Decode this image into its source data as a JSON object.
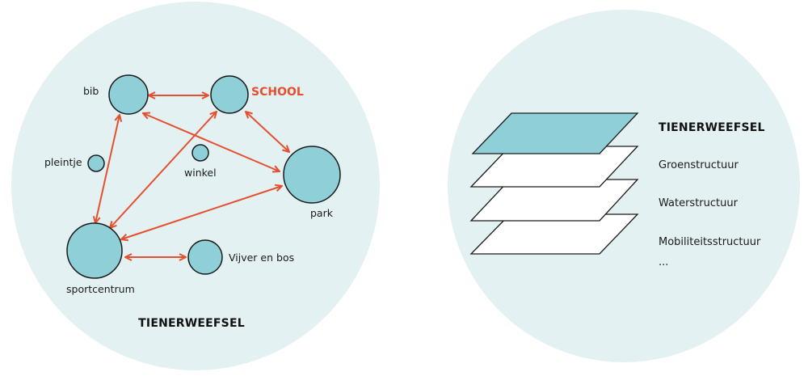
{
  "colors": {
    "background_circle": "#e3f1f2",
    "node_fill": "#8fd0d8",
    "node_stroke": "#1a1a1a",
    "arrow": "#e4502f",
    "accent_text": "#e4502f",
    "layer_fill": "#ffffff",
    "top_layer_fill": "#8fd0d8"
  },
  "left_panel": {
    "title": "TIENERWEEFSEL",
    "nodes": {
      "bib": "bib",
      "school": "SCHOOL",
      "pleintje": "pleintje",
      "winkel": "winkel",
      "park": "park",
      "sportcentrum": "sportcentrum",
      "vijver": "Vijver en bos"
    }
  },
  "right_panel": {
    "title": "TIENERWEEFSEL",
    "layers": [
      "Groenstructuur",
      "Waterstructuur",
      "Mobiliteitsstructuur"
    ],
    "ellipsis": "..."
  }
}
